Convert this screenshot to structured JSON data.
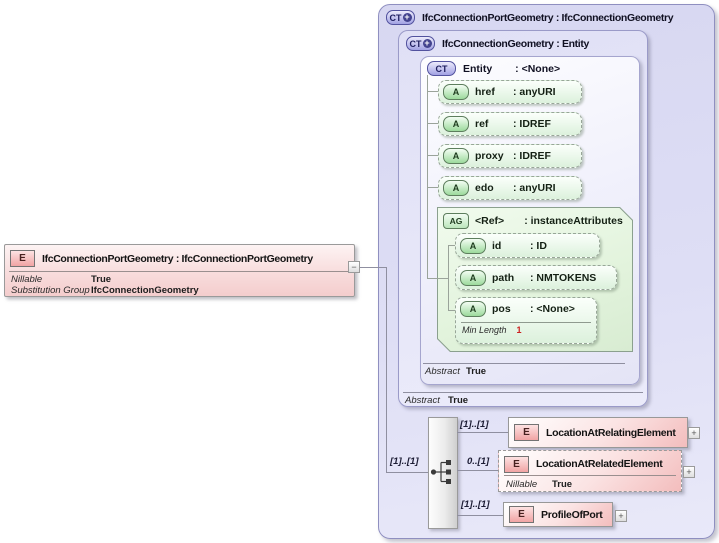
{
  "palette": {
    "type_box_fill": "#dcdcf4",
    "attribute_fill": "#ddf1dd",
    "element_fill": "#f3bdbd",
    "facet_value_color": "#cc1f1f"
  },
  "icons": {
    "element": "E",
    "attribute": "A",
    "attribute_group": "AG",
    "complex_type": "CT",
    "derived_plus": "+",
    "expand": "+",
    "collapse": "−"
  },
  "left_element": {
    "title": "IfcConnectionPortGeometry : IfcConnectionPortGeometry",
    "props": [
      {
        "label": "Nillable",
        "value": "True"
      },
      {
        "label": "Substitution Group",
        "value": "IfcConnectionGeometry"
      }
    ]
  },
  "occurrences": {
    "root": "[1]..[1]",
    "relating": "[1]..[1]",
    "related": "0..[1]",
    "profile": "[1]..[1]"
  },
  "outer_type": {
    "title": "IfcConnectionPortGeometry : IfcConnectionGeometry"
  },
  "inner_type": {
    "title": "IfcConnectionGeometry : Entity",
    "abstract_label": "Abstract",
    "abstract_value": "True"
  },
  "entity_type": {
    "name": "Entity",
    "type": ": <None>",
    "abstract_label": "Abstract",
    "abstract_value": "True",
    "attributes": [
      {
        "name": "href",
        "type": ": anyURI"
      },
      {
        "name": "ref",
        "type": ": IDREF"
      },
      {
        "name": "proxy",
        "type": ": IDREF"
      },
      {
        "name": "edo",
        "type": ": anyURI"
      }
    ],
    "attribute_group": {
      "name": "<Ref>",
      "type": ": instanceAttributes",
      "attributes": [
        {
          "name": "id",
          "type": ": ID"
        },
        {
          "name": "path",
          "type": ": NMTOKENS"
        },
        {
          "name": "pos",
          "type": ": <None>",
          "facet_label": "Min Length",
          "facet_value": "1"
        }
      ]
    }
  },
  "content_model": {
    "elements": [
      {
        "name": "LocationAtRelatingElement"
      },
      {
        "name": "LocationAtRelatedElement",
        "props": [
          {
            "label": "Nillable",
            "value": "True"
          }
        ]
      },
      {
        "name": "ProfileOfPort"
      }
    ]
  }
}
